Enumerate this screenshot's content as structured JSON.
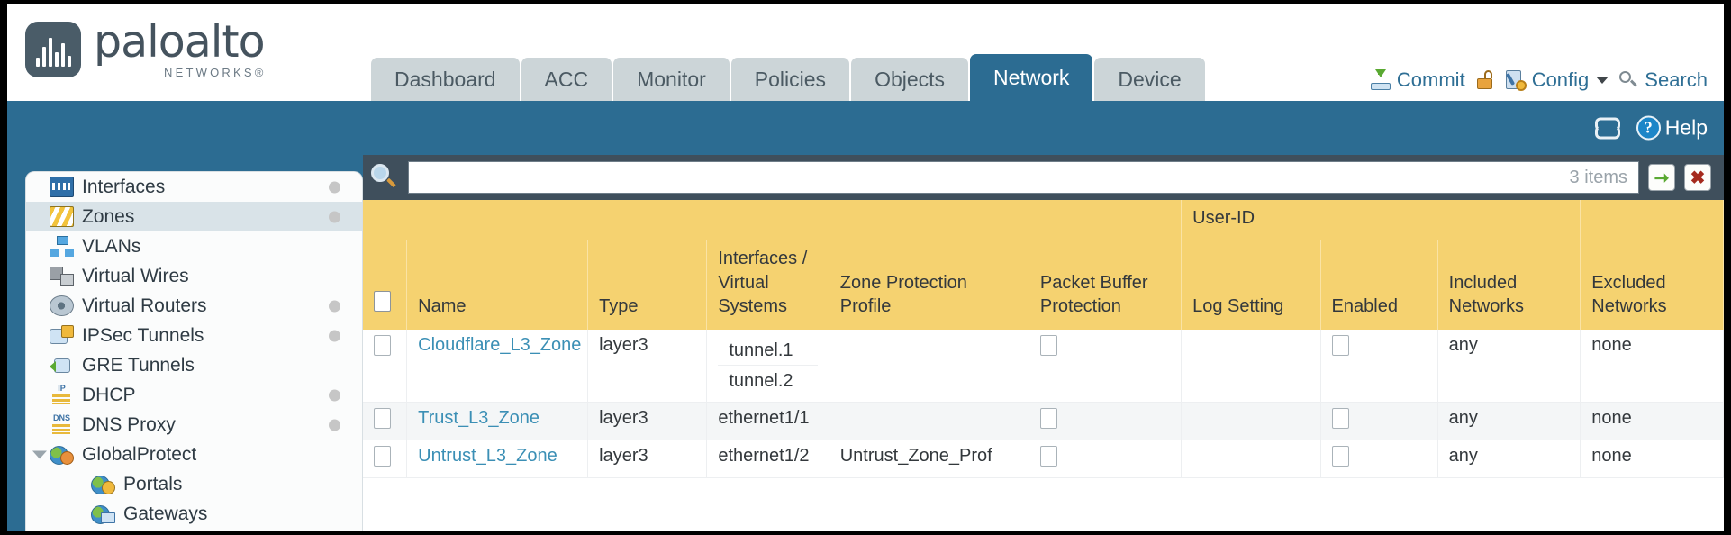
{
  "brand": {
    "name": "paloalto",
    "sub": "NETWORKS®",
    "logo_icon": "paloalto-logo-icon"
  },
  "nav_tabs": [
    {
      "label": "Dashboard",
      "active": false
    },
    {
      "label": "ACC",
      "active": false
    },
    {
      "label": "Monitor",
      "active": false
    },
    {
      "label": "Policies",
      "active": false
    },
    {
      "label": "Objects",
      "active": false
    },
    {
      "label": "Network",
      "active": true
    },
    {
      "label": "Device",
      "active": false
    }
  ],
  "utilities": {
    "commit": "Commit",
    "lock_icon": "lock-icon",
    "config": "Config",
    "config_caret_icon": "chevron-down-icon",
    "search": "Search"
  },
  "subheader": {
    "refresh_icon": "refresh-icon",
    "help": "Help",
    "help_icon": "help-icon"
  },
  "sidebar": {
    "items": [
      {
        "label": "Interfaces",
        "icon": "interfaces-icon",
        "dot": true,
        "selected": false,
        "child": false,
        "twisty": false
      },
      {
        "label": "Zones",
        "icon": "zones-icon",
        "dot": true,
        "selected": true,
        "child": false,
        "twisty": false
      },
      {
        "label": "VLANs",
        "icon": "vlans-icon",
        "dot": false,
        "selected": false,
        "child": false,
        "twisty": false
      },
      {
        "label": "Virtual Wires",
        "icon": "virtual-wires-icon",
        "dot": false,
        "selected": false,
        "child": false,
        "twisty": false
      },
      {
        "label": "Virtual Routers",
        "icon": "virtual-routers-icon",
        "dot": true,
        "selected": false,
        "child": false,
        "twisty": false
      },
      {
        "label": "IPSec Tunnels",
        "icon": "ipsec-tunnels-icon",
        "dot": true,
        "selected": false,
        "child": false,
        "twisty": false
      },
      {
        "label": "GRE Tunnels",
        "icon": "gre-tunnels-icon",
        "dot": false,
        "selected": false,
        "child": false,
        "twisty": false
      },
      {
        "label": "DHCP",
        "icon": "dhcp-icon",
        "dot": true,
        "selected": false,
        "child": false,
        "twisty": false
      },
      {
        "label": "DNS Proxy",
        "icon": "dns-proxy-icon",
        "dot": true,
        "selected": false,
        "child": false,
        "twisty": false
      },
      {
        "label": "GlobalProtect",
        "icon": "globalprotect-icon",
        "dot": false,
        "selected": false,
        "child": false,
        "twisty": true
      },
      {
        "label": "Portals",
        "icon": "portals-icon",
        "dot": false,
        "selected": false,
        "child": true,
        "twisty": false
      },
      {
        "label": "Gateways",
        "icon": "gateways-icon",
        "dot": false,
        "selected": false,
        "child": true,
        "twisty": false
      }
    ]
  },
  "search_bar": {
    "icon": "search-icon",
    "value": "",
    "placeholder": "",
    "items_count": "3 items",
    "apply_icon": "arrow-right-icon",
    "clear_icon": "close-icon"
  },
  "table": {
    "group_header": "User-ID",
    "columns": [
      "Name",
      "Type",
      "Interfaces / Virtual Systems",
      "Zone Protection Profile",
      "Packet Buffer Protection",
      "Log Setting",
      "Enabled",
      "Included Networks",
      "Excluded Networks"
    ],
    "rows": [
      {
        "name": "Cloudflare_L3_Zone",
        "type": "layer3",
        "interfaces": [
          "tunnel.1",
          "tunnel.2"
        ],
        "zone_protection_profile": "",
        "packet_buffer_protection": false,
        "log_setting": "",
        "userid_enabled": false,
        "included_networks": "any",
        "excluded_networks": "none"
      },
      {
        "name": "Trust_L3_Zone",
        "type": "layer3",
        "interfaces": [
          "ethernet1/1"
        ],
        "zone_protection_profile": "",
        "packet_buffer_protection": false,
        "log_setting": "",
        "userid_enabled": false,
        "included_networks": "any",
        "excluded_networks": "none"
      },
      {
        "name": "Untrust_L3_Zone",
        "type": "layer3",
        "interfaces": [
          "ethernet1/2"
        ],
        "zone_protection_profile": "Untrust_Zone_Prof",
        "packet_buffer_protection": false,
        "log_setting": "",
        "userid_enabled": false,
        "included_networks": "any",
        "excluded_networks": "none"
      }
    ]
  },
  "colors": {
    "brand_blue": "#2c6c92",
    "tab_inactive": "#ccd5d8",
    "table_header_yellow": "#f5d270",
    "group_header_yellow": "#dcb143",
    "link_blue": "#3b8fb5",
    "content_dark": "#3f4f5c"
  }
}
